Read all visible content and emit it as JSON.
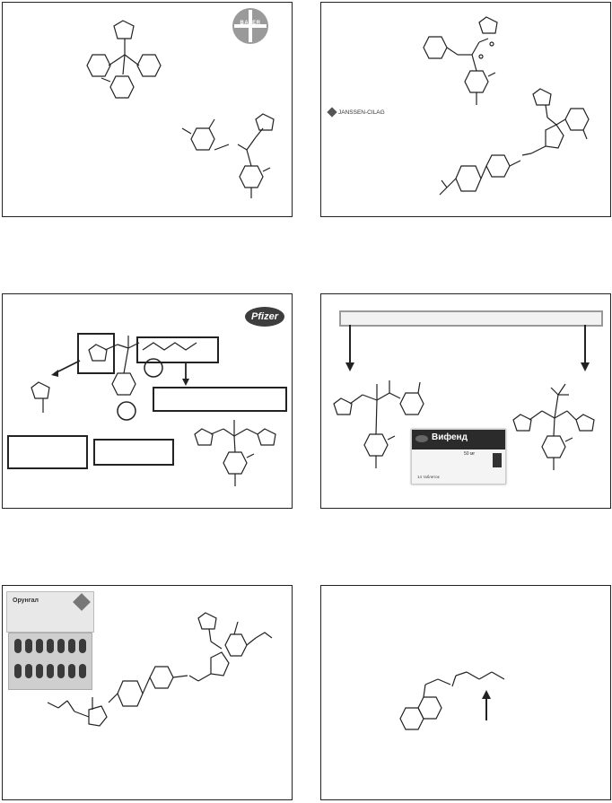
{
  "slides": [
    {
      "id": 1,
      "logo": "BAYER"
    },
    {
      "id": 2,
      "logo": "JANSSEN-CILAG"
    },
    {
      "id": 3,
      "logo": "Pfizer"
    },
    {
      "id": 4,
      "product": {
        "brand": "Вифенд",
        "dose": "50 мг",
        "count": "14 таблеток"
      }
    },
    {
      "id": 5,
      "product": {
        "brand": "Орунгал"
      }
    },
    {
      "id": 6
    }
  ]
}
